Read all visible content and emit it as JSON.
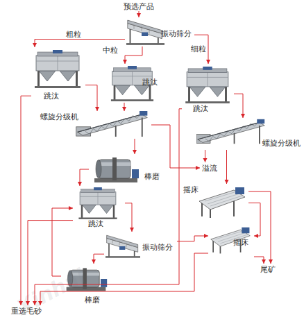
{
  "diagram": {
    "nodes": [
      {
        "text": [
          "预选产品"
        ]
      },
      {
        "text": [
          "振动筛分"
        ]
      },
      {
        "text": [
          "跳汰"
        ]
      },
      {
        "text": [
          "跳汰"
        ]
      },
      {
        "text": [
          "跳汰"
        ]
      },
      {
        "text": [
          "螺旋分级机"
        ]
      },
      {
        "text": [
          "螺旋分级机"
        ]
      },
      {
        "text": [
          "棒磨"
        ]
      },
      {
        "text": [
          "溢流"
        ]
      },
      {
        "text": [
          "摇床"
        ]
      },
      {
        "text": [
          "跳汰"
        ]
      },
      {
        "text": [
          "摇床"
        ]
      },
      {
        "text": [
          "振动筛分"
        ]
      },
      {
        "text": [
          "尾矿"
        ]
      },
      {
        "text": [
          "棒磨"
        ]
      },
      {
        "text": [
          "重选毛砂"
        ]
      }
    ],
    "edges": [
      {
        "from": 0,
        "to": 1,
        "arrow": "to"
      },
      {
        "from": 1,
        "to": 2,
        "label": "粗粒",
        "arrow": "to"
      },
      {
        "from": 1,
        "to": 3,
        "label": "中粒",
        "arrow": "to"
      },
      {
        "from": 1,
        "to": 4,
        "label": "细粒",
        "arrow": "to"
      },
      {
        "from": 2,
        "to": 15,
        "arrow": "to"
      },
      {
        "from": 2,
        "to": 5,
        "arrow": "to"
      },
      {
        "from": 3,
        "to": 5,
        "arrow": "to"
      },
      {
        "from": 4,
        "to": 6,
        "arrow": "to"
      },
      {
        "from": 4,
        "to": 15,
        "arrow": "to"
      },
      {
        "from": 5,
        "to": 7,
        "arrow": "to"
      },
      {
        "from": 5,
        "to": 8,
        "arrow": "to"
      },
      {
        "from": 6,
        "to": 8,
        "arrow": "to"
      },
      {
        "from": 6,
        "to": 9,
        "arrow": "to"
      },
      {
        "from": 7,
        "to": 10,
        "arrow": "to"
      },
      {
        "from": 10,
        "to": 12,
        "arrow": "to"
      },
      {
        "from": 10,
        "to": 15,
        "arrow": "to"
      },
      {
        "from": 12,
        "to": 14,
        "arrow": "to"
      },
      {
        "from": 14,
        "to": 10,
        "arrow": "to"
      },
      {
        "from": 12,
        "to": 11,
        "arrow": "to"
      },
      {
        "from": 9,
        "to": 11,
        "arrow": "to"
      },
      {
        "from": 9,
        "to": 13,
        "arrow": "to"
      },
      {
        "from": 11,
        "to": 13,
        "arrow": "to"
      },
      {
        "from": 11,
        "to": 15,
        "arrow": "to"
      }
    ],
    "labels": [
      "Xinhai"
    ]
  }
}
